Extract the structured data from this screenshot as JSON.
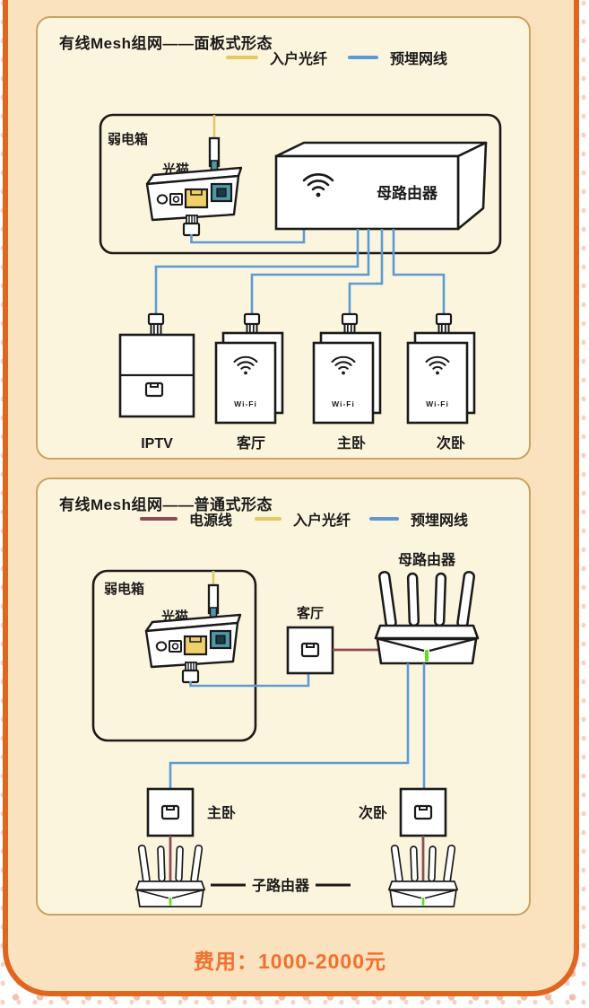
{
  "panel1": {
    "title": "有线Mesh组网——面板式形态",
    "legend": [
      {
        "label": "入户光纤",
        "color": "#E3C95F"
      },
      {
        "label": "预埋网线",
        "color": "#5B9BD5"
      }
    ],
    "weak_box_label": "弱电箱",
    "modem_label": "光猫",
    "router_label": "母路由器",
    "wifi_text": "Wi-Fi",
    "devices": {
      "iptv": "IPTV",
      "living": "客厅",
      "master": "主卧",
      "second": "次卧"
    }
  },
  "panel2": {
    "title": "有线Mesh组网——普通式形态",
    "legend": [
      {
        "label": "电源线",
        "color": "#8E4B55"
      },
      {
        "label": "入户光纤",
        "color": "#E3C95F"
      },
      {
        "label": "预埋网线",
        "color": "#5B9BD5"
      }
    ],
    "weak_box_label": "弱电箱",
    "modem_label": "光猫",
    "living_label": "客厅",
    "router_label": "母路由器",
    "master_label": "主卧",
    "second_label": "次卧",
    "child_router_label": "子路由器"
  },
  "footer": {
    "cost_text": "费用：1000-2000元"
  },
  "colors": {
    "frame_border": "#E0661F",
    "frame_fill": "#FBE2BF",
    "panel_fill": "#FCF5DE",
    "panel_border": "#C9A264",
    "fiber_line": "#E3C95F",
    "lan_line": "#5B9BD5",
    "power_line": "#8E4B55",
    "led_green": "#5FDE1C",
    "rj45_port_yellow": "#EFD06B",
    "fiber_port_teal": "#4E99A8",
    "cost_text_orange": "#F2702E",
    "outline_black": "#1A1A1A",
    "dots_pink": "#F3BFAE"
  }
}
